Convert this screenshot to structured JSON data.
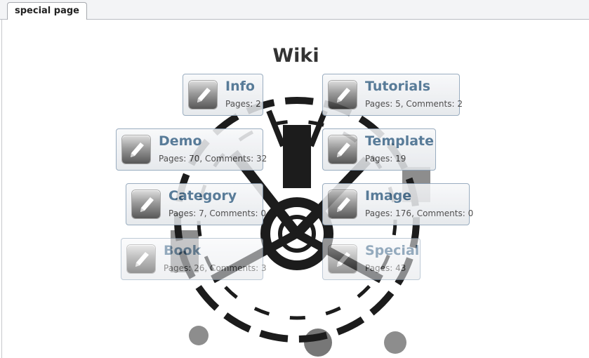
{
  "tab": {
    "label": "special page"
  },
  "title": "Wiki",
  "categories": [
    {
      "name": "Info",
      "stats": "Pages: 2"
    },
    {
      "name": "Tutorials",
      "stats": "Pages: 5, Comments: 2"
    },
    {
      "name": "Demo",
      "stats": "Pages: 70, Comments: 32"
    },
    {
      "name": "Template",
      "stats": "Pages: 19"
    },
    {
      "name": "Category",
      "stats": "Pages: 7, Comments: 0"
    },
    {
      "name": "Image",
      "stats": "Pages: 176, Comments: 0"
    },
    {
      "name": "Book",
      "stats": "Pages: 26, Comments: 3"
    },
    {
      "name": "Special",
      "stats": "Pages: 43"
    }
  ],
  "icons": {
    "card_icon": "pencil-icon",
    "watermark": "film-reel-icon"
  },
  "colors": {
    "link": "#3d6688",
    "border": "#8aa0b6"
  }
}
